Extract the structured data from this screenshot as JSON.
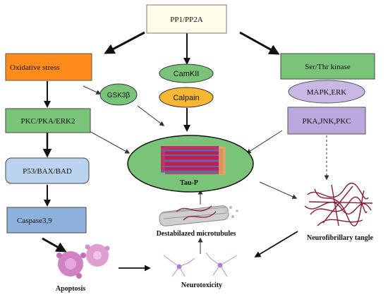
{
  "nodes": {
    "pp1": "PP1/PP2A",
    "oxidative": "Oxidative stress",
    "camkii": "CamKII",
    "calpain": "Calpain",
    "serthr": "Ser/Thr kinase",
    "gsk3b": "GSK3β",
    "mapk": "MAPK,ERK",
    "pkc_pka": "PKC/PKA/ERK2",
    "pka_jnk": "PKA,JNK,PKC",
    "taup": "Tau-P",
    "p53": "P53/BAX/BAD",
    "caspase": "Caspase3,9",
    "destab": "Destabilazed microtubules",
    "nft": "Neurofibrillary tangle",
    "apoptosis": "Apoptosis",
    "neurotox": "Neurotoxicity"
  },
  "colors": {
    "orange": "#ff8c1a",
    "green": "#7ac47a",
    "purple_light": "#c9b8e6",
    "purple": "#b9a7de",
    "blue_light": "#bcd3f0",
    "blue": "#8fb0dc",
    "yellow": "#f7b733",
    "cream": "#fffbe9",
    "tau_pink": "#cc2255",
    "tangle": "#8b1a3a"
  }
}
